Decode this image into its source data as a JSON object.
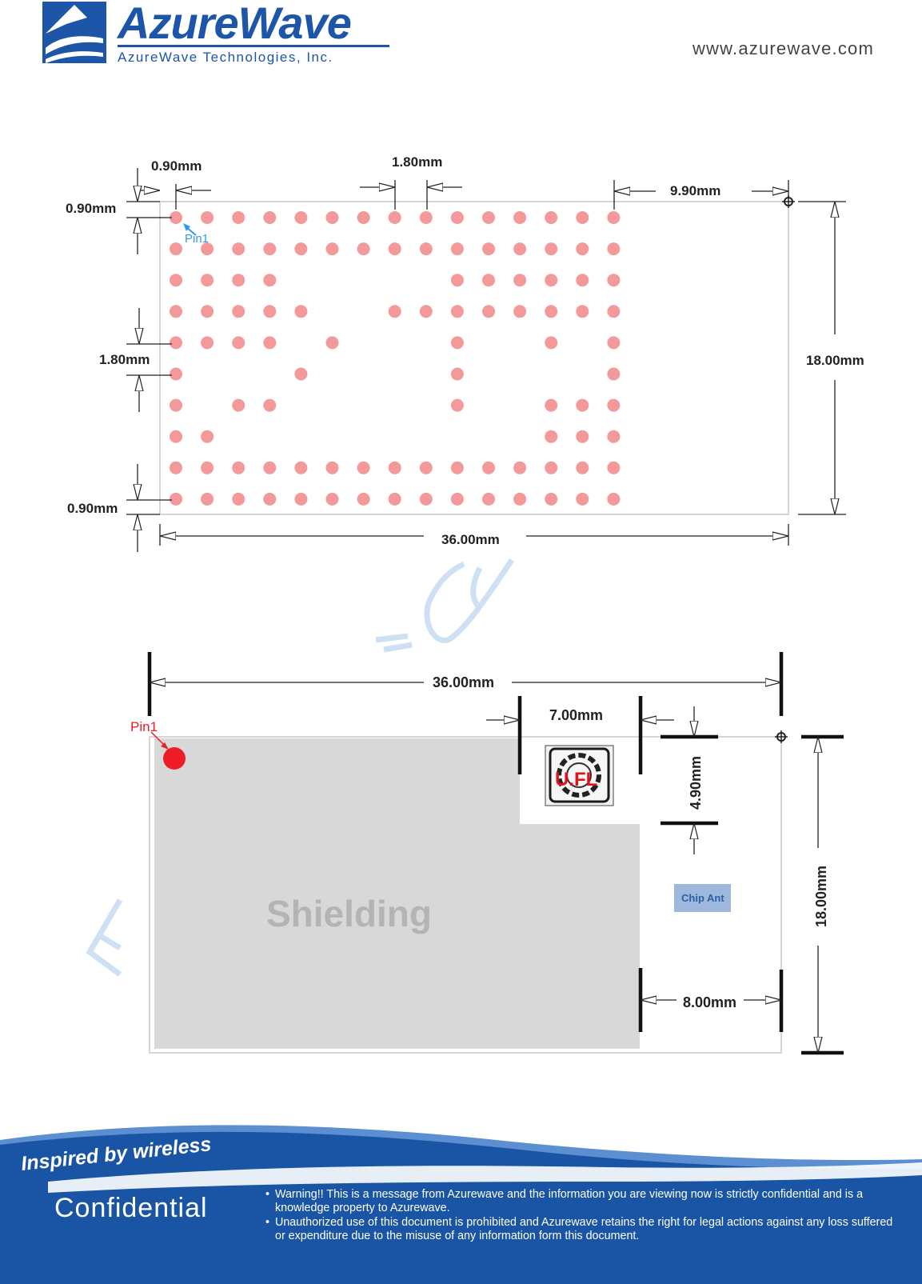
{
  "header": {
    "brand": "AzureWave",
    "subtitle": "AzureWave   Technologies,   Inc.",
    "website": "www.azurewave.com"
  },
  "diagram_top": {
    "dims": {
      "pitch_x_edge": "0.90mm",
      "pitch_x": "1.80mm",
      "edge_right": "9.90mm",
      "edge_top": "0.90mm",
      "pitch_y": "1.80mm",
      "edge_bottom": "0.90mm",
      "width": "36.00mm",
      "height": "18.00mm"
    },
    "pin1_label": "Pin1",
    "pad_color": "#f4999a",
    "pad_rows": [
      "111111111111111",
      "111111111111111",
      "111100000111111",
      "111110011111111",
      "111101000100101",
      "100010000100001",
      "101100000100111",
      "110000000000111",
      "111111111111111",
      "111111111111111"
    ]
  },
  "diagram_bottom": {
    "dims": {
      "width": "36.00mm",
      "ufl_width": "7.00mm",
      "ufl_height": "4.90mm",
      "antenna_width": "8.00mm",
      "height": "18.00mm"
    },
    "pin1_label": "Pin1",
    "ufl_label": "U.FL",
    "shielding_label": "Shielding",
    "chip_ant_label": "Chip Ant",
    "shield_color": "#d8d8d8",
    "chip_ant_color": "#9db8dc",
    "pin1_color": "#ee1c24"
  },
  "footer": {
    "tagline": "Inspired by wireless",
    "confidential": "Confidential",
    "warnings": [
      "Warning!! This is a message from Azurewave and the information you are viewing now is strictly confidential and is a knowledge property to Azurewave.",
      "Unauthorized use of this document is prohibited and Azurewave retains the right for legal actions against any loss suffered or expenditure due to the misuse of any information form this document."
    ],
    "bullet": "•",
    "colors": {
      "band": "#1a55a5",
      "light": "#5b8fd2"
    }
  }
}
